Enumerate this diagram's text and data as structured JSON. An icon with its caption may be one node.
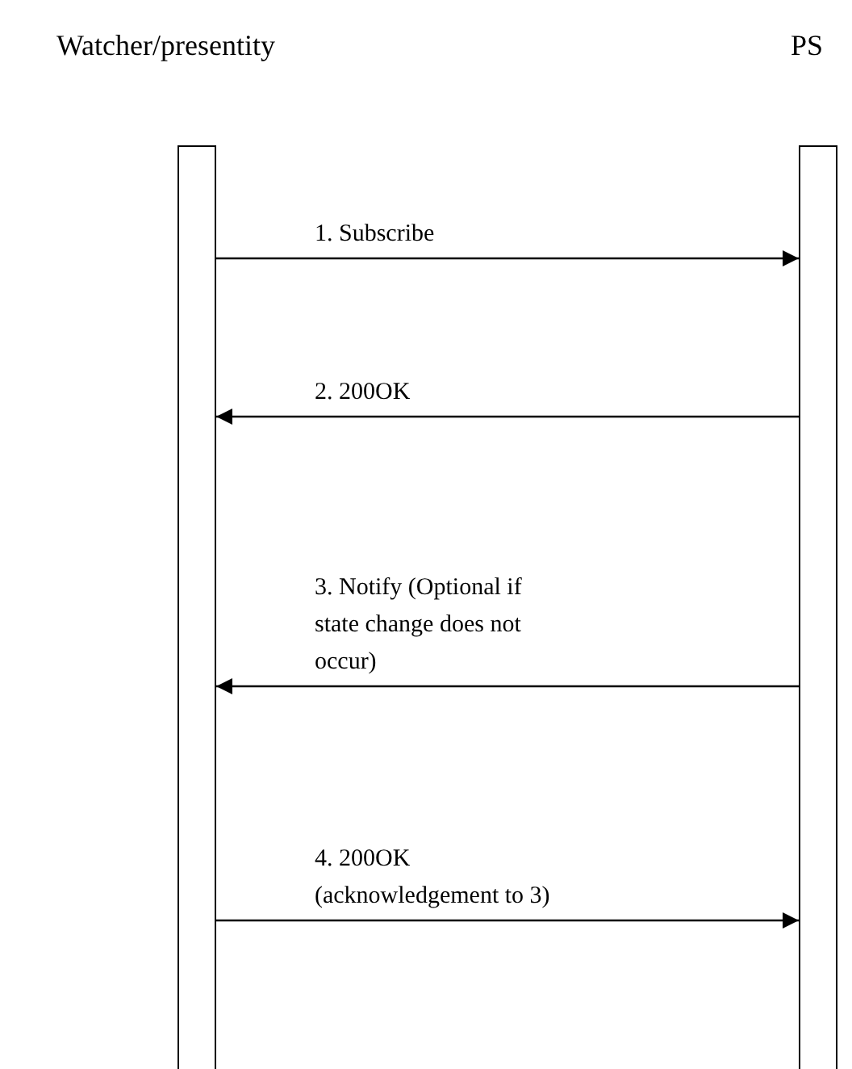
{
  "diagram": {
    "nodes": [
      {
        "text": [
          "Watcher/presentity"
        ]
      },
      {
        "text": [
          "PS"
        ]
      }
    ],
    "edges": [
      {
        "from": 0,
        "to": 1,
        "arrow": "to",
        "label": "1. Subscribe"
      },
      {
        "from": 1,
        "to": 0,
        "arrow": "to",
        "label": "2. 200OK"
      },
      {
        "from": 1,
        "to": 0,
        "arrow": "to",
        "label": "3. Notify (Optional if state change does not occur)"
      },
      {
        "from": 0,
        "to": 1,
        "arrow": "to",
        "label": "4. 200OK (acknowledgement to 3)"
      }
    ]
  }
}
